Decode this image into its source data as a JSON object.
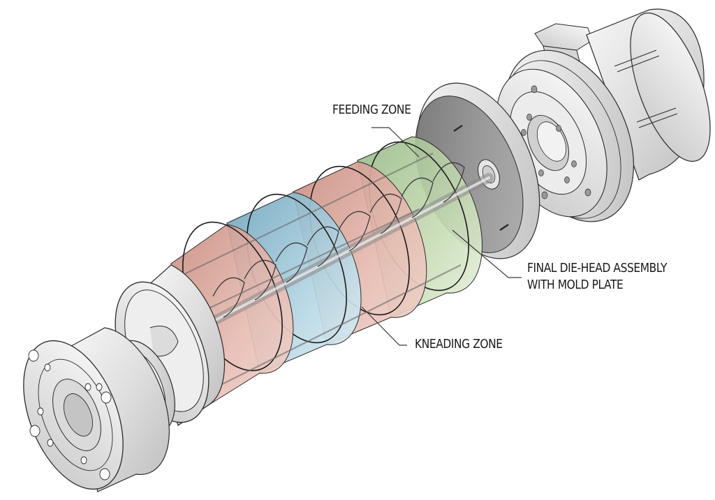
{
  "diagram": {
    "title": "Exploded view of extruder barrel assembly",
    "labels": {
      "feeding_zone": "FEEDING ZONE",
      "kneading_zone": "KNEADING ZONE",
      "final_die_head": [
        "FINAL DIE-HEAD ASSEMBLY",
        "WITH MOLD PLATE"
      ]
    },
    "components": [
      {
        "name": "end-flange",
        "color": "#d9d9d9"
      },
      {
        "name": "bearing-ring",
        "color": "#dcdcdc"
      },
      {
        "name": "barrel-end-cap",
        "color": "#e2e2e2"
      },
      {
        "name": "zone-red-1",
        "color": "#d9a79c"
      },
      {
        "name": "zone-blue-kneading",
        "color": "#9fc8d8"
      },
      {
        "name": "zone-red-2",
        "color": "#dba69a"
      },
      {
        "name": "zone-green-feeding",
        "color": "#b9d3a4"
      },
      {
        "name": "die-head-plate",
        "color": "#8e8e8e"
      },
      {
        "name": "die-head-ring",
        "color": "#e6e6e6"
      },
      {
        "name": "motor-gearbox",
        "color": "#e4e4e4"
      }
    ],
    "colors": {
      "outline": "#2b2b2b",
      "leader": "#3a3a3a",
      "red_zone": "#d8a397",
      "blue_zone": "#9cc6d7",
      "green_zone": "#b7d1a0",
      "metal": "#e3e3e3"
    }
  }
}
